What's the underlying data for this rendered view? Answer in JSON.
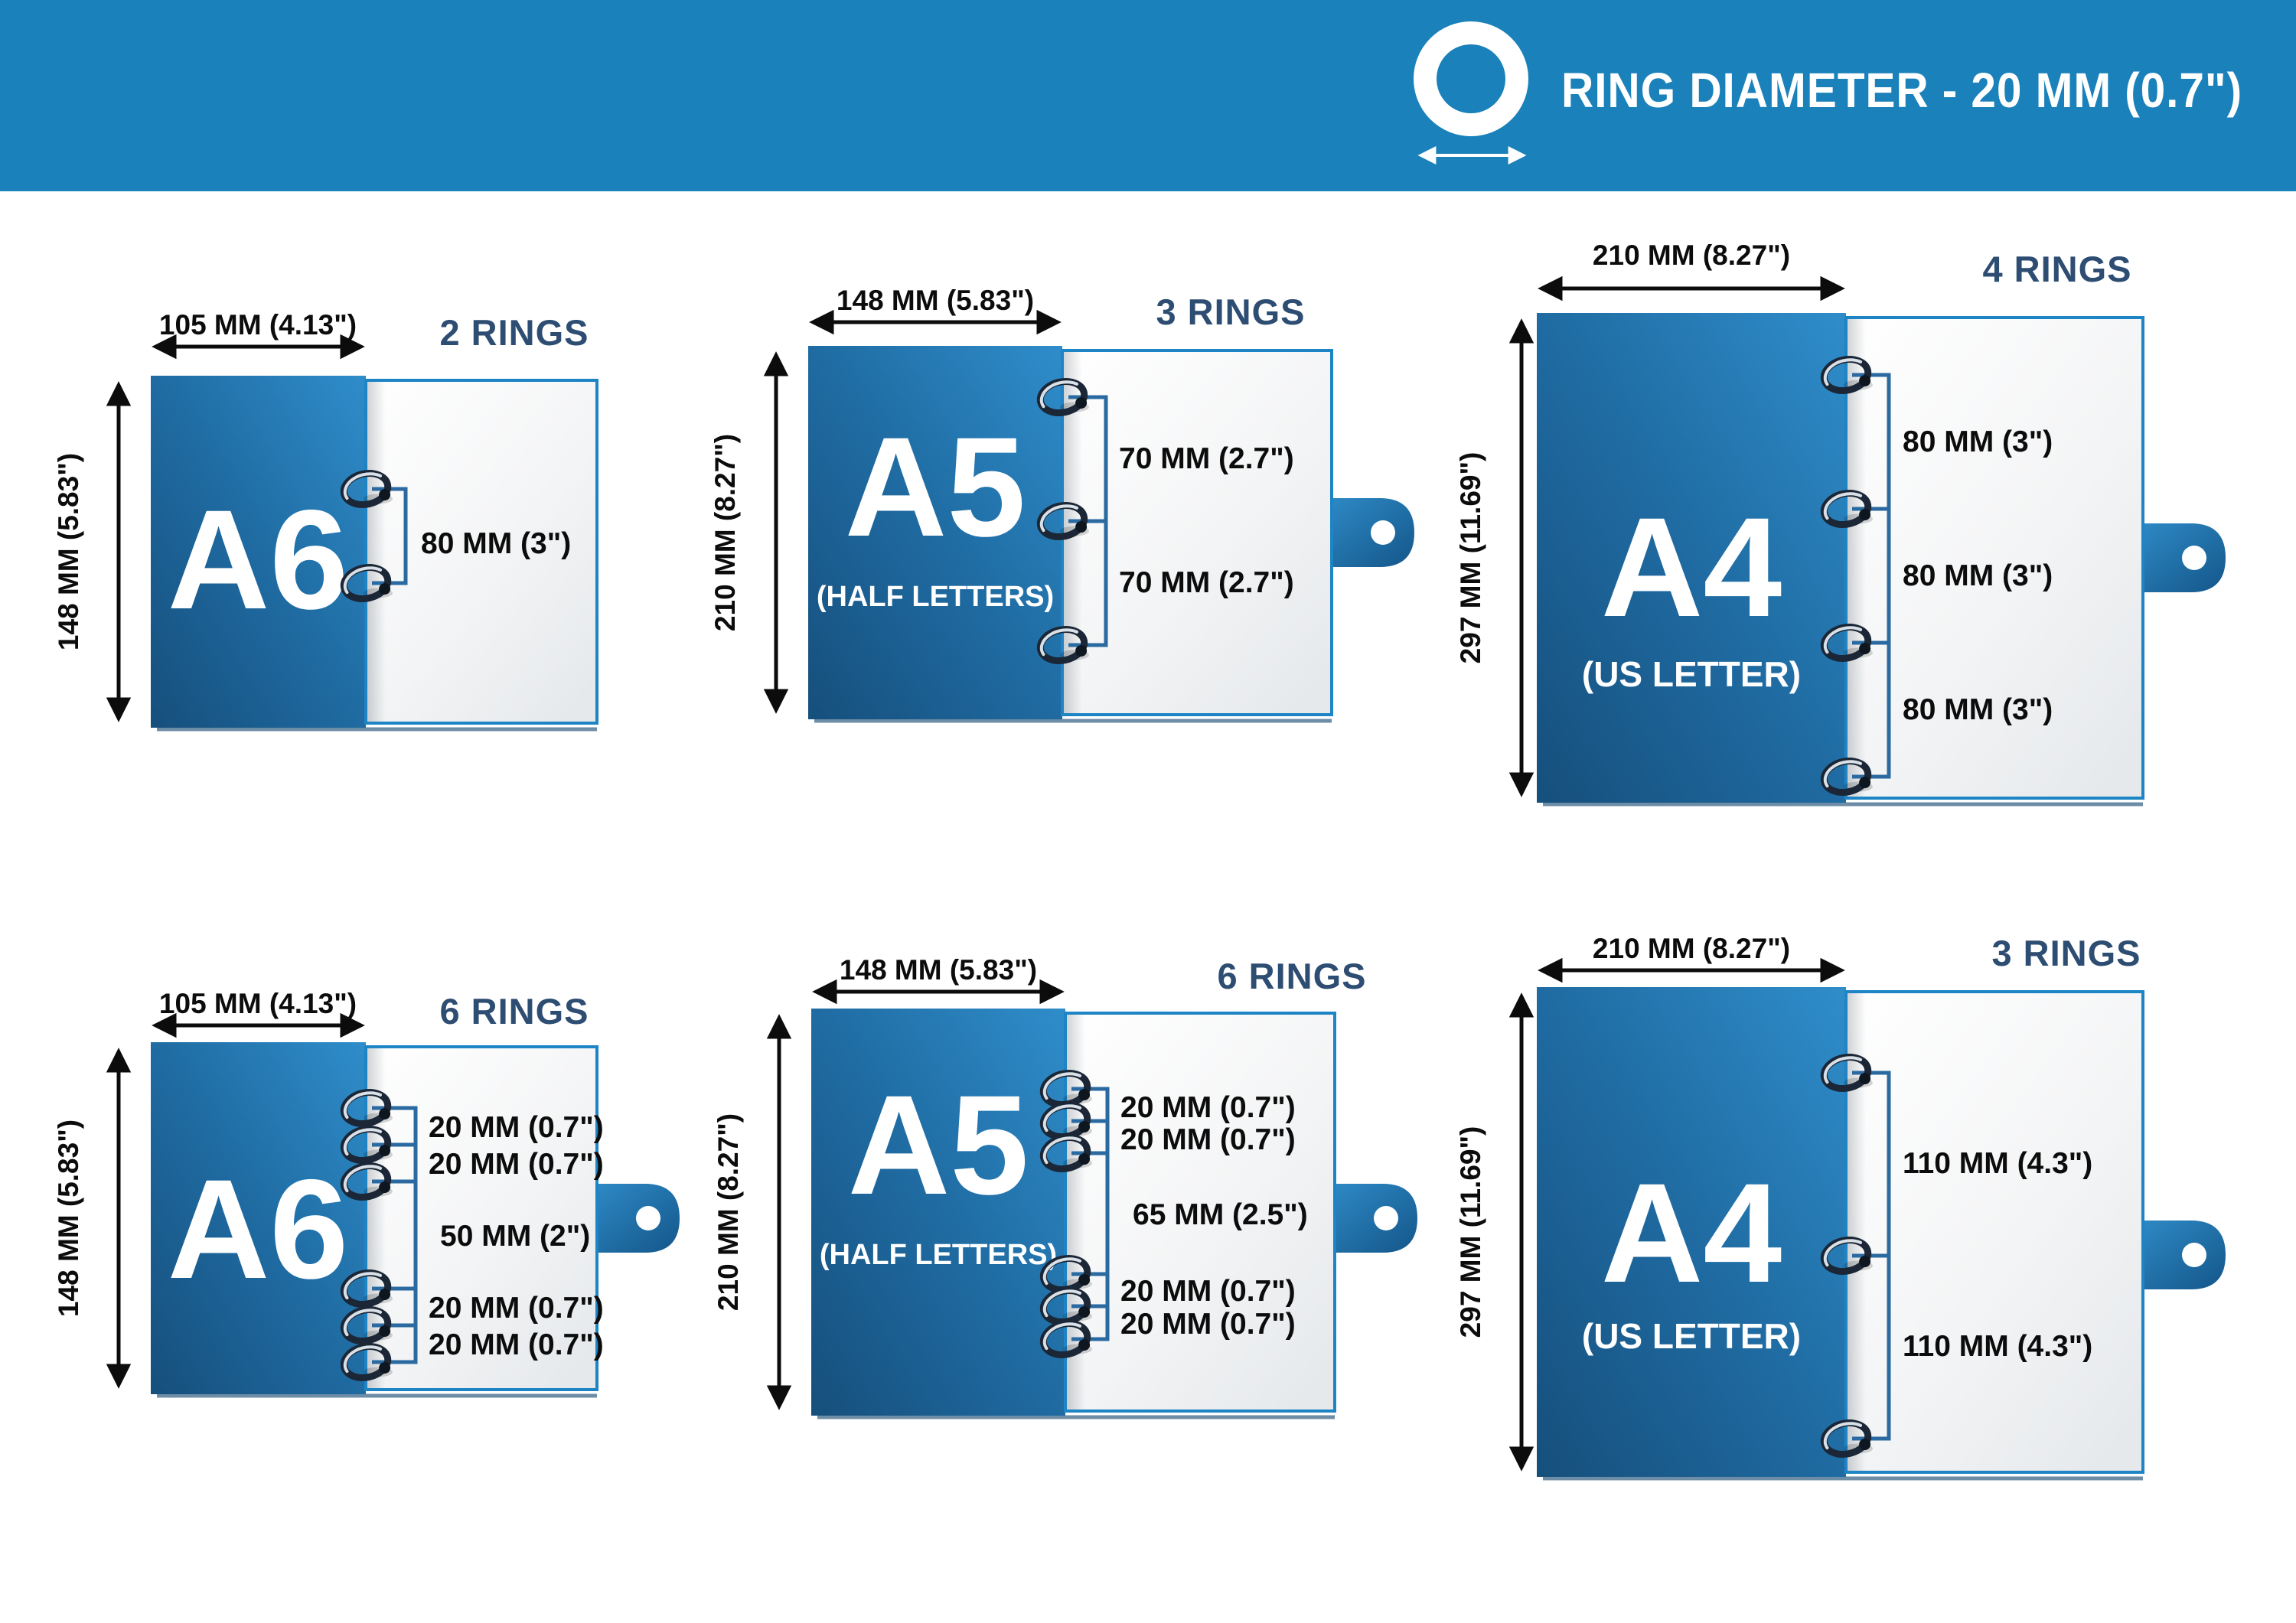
{
  "header": {
    "title": "RING DIAMETER - 20 MM (0.7\")",
    "icon": "ring-icon",
    "bg_color": "#1a81ba"
  },
  "colors": {
    "header_bg": "#1a81ba",
    "rings_label_navy": "#2e4d72",
    "cover_blue_dark": "#164f7c",
    "cover_blue_light": "#2f8dca",
    "page_border_blue": "#1d84c5",
    "bracket_blue": "#2a6aa0",
    "text_black": "#0c0c0c"
  },
  "panels": [
    {
      "paper": "A6",
      "paper_sub": "",
      "rings_label": "2 RINGS",
      "width_label": "105 MM (4.13\")",
      "height_label": "148 MM (5.83\")",
      "ring_count": 2,
      "spacings": [
        "80 MM (3\")"
      ]
    },
    {
      "paper": "A5",
      "paper_sub": "(HALF LETTERS)",
      "rings_label": "3 RINGS",
      "width_label": "148 MM (5.83\")",
      "height_label": "210 MM (8.27\")",
      "ring_count": 3,
      "spacings": [
        "70 MM (2.7\")",
        "70 MM (2.7\")"
      ]
    },
    {
      "paper": "A4",
      "paper_sub": "(US LETTER)",
      "rings_label": "4 RINGS",
      "width_label": "210 MM (8.27\")",
      "height_label": "297 MM (11.69\")",
      "ring_count": 4,
      "spacings": [
        "80 MM (3\")",
        "80 MM (3\")",
        "80 MM (3\")"
      ]
    },
    {
      "paper": "A6",
      "paper_sub": "",
      "rings_label": "6 RINGS",
      "width_label": "105 MM (4.13\")",
      "height_label": "148 MM (5.83\")",
      "ring_count": 6,
      "spacings": [
        "20 MM (0.7\")",
        "20 MM (0.7\")",
        "50 MM (2\")",
        "20 MM (0.7\")",
        "20 MM (0.7\")"
      ]
    },
    {
      "paper": "A5",
      "paper_sub": "(HALF LETTERS)",
      "rings_label": "6 RINGS",
      "width_label": "148 MM (5.83\")",
      "height_label": "210 MM (8.27\")",
      "ring_count": 6,
      "spacings": [
        "20 MM (0.7\")",
        "20 MM (0.7\")",
        "65 MM (2.5\")",
        "20 MM (0.7\")",
        "20 MM (0.7\")"
      ]
    },
    {
      "paper": "A4",
      "paper_sub": "(US LETTER)",
      "rings_label": "3 RINGS",
      "width_label": "210 MM (8.27\")",
      "height_label": "297 MM (11.69\")",
      "ring_count": 3,
      "spacings": [
        "110 MM (4.3\")",
        "110 MM (4.3\")"
      ]
    }
  ]
}
